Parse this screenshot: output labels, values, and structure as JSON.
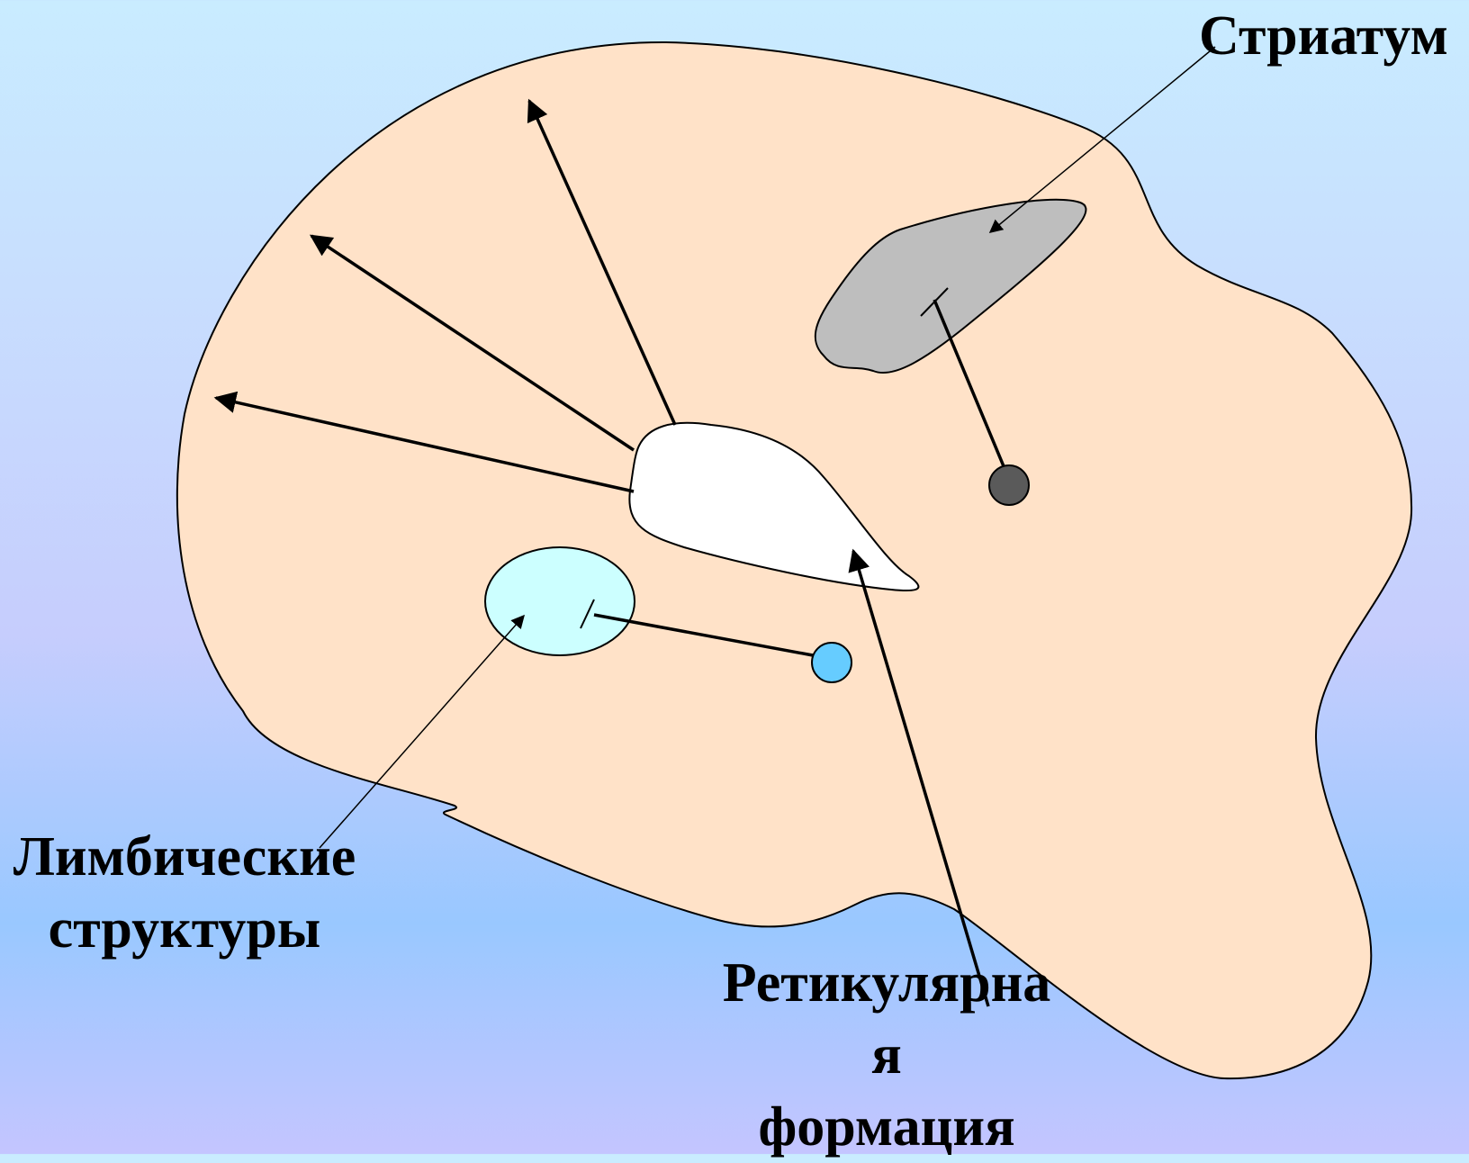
{
  "labels": {
    "striatum": "Стриатум",
    "limbic_line1": "Лимбические",
    "limbic_line2": "структуры",
    "reticular_line1": "Ретикулярна",
    "reticular_line2": "я",
    "reticular_line3": "формация"
  },
  "colors": {
    "background_top": "#c9ecff",
    "background_bottom": "#c4c5ff",
    "brain_fill": "#ffe2c8",
    "striatum_fill": "#bebebe",
    "center_fill": "#ffffff",
    "limbic_fill": "#ccffff",
    "dot_dark": "#5a5a5a",
    "dot_blue": "#66ccff",
    "stroke": "#000000"
  }
}
